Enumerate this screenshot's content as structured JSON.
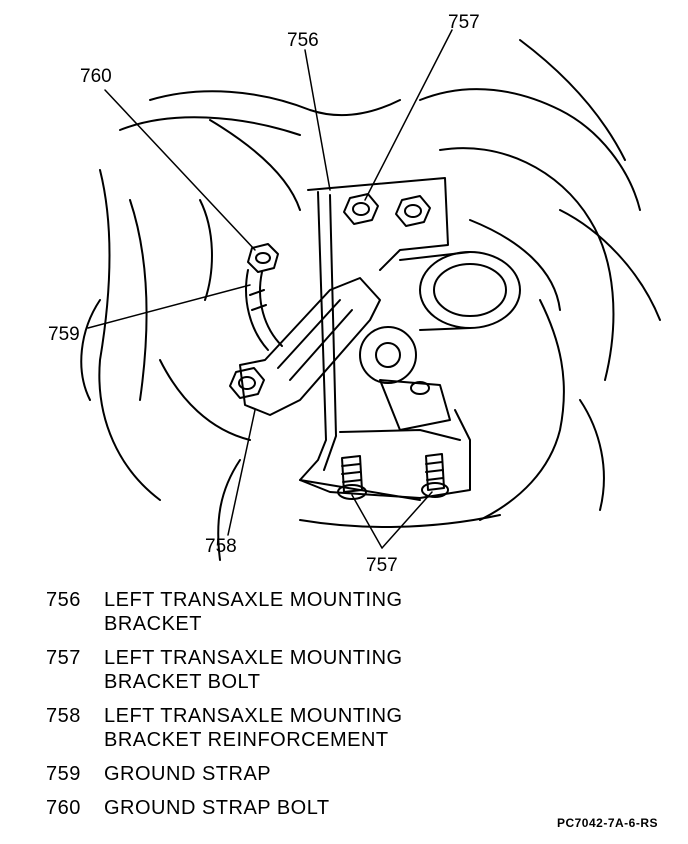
{
  "diagram": {
    "callouts": {
      "c756": "756",
      "c757_top": "757",
      "c760": "760",
      "c759": "759",
      "c758": "758",
      "c757_bottom": "757"
    }
  },
  "legend": [
    {
      "number": "756",
      "description": "LEFT TRANSAXLE MOUNTING\nBRACKET"
    },
    {
      "number": "757",
      "description": "LEFT TRANSAXLE MOUNTING\nBRACKET BOLT"
    },
    {
      "number": "758",
      "description": "LEFT TRANSAXLE MOUNTING\nBRACKET REINFORCEMENT"
    },
    {
      "number": "759",
      "description": "GROUND STRAP"
    },
    {
      "number": "760",
      "description": "GROUND STRAP BOLT"
    }
  ],
  "figure_id": "PC7042-7A-6-RS"
}
